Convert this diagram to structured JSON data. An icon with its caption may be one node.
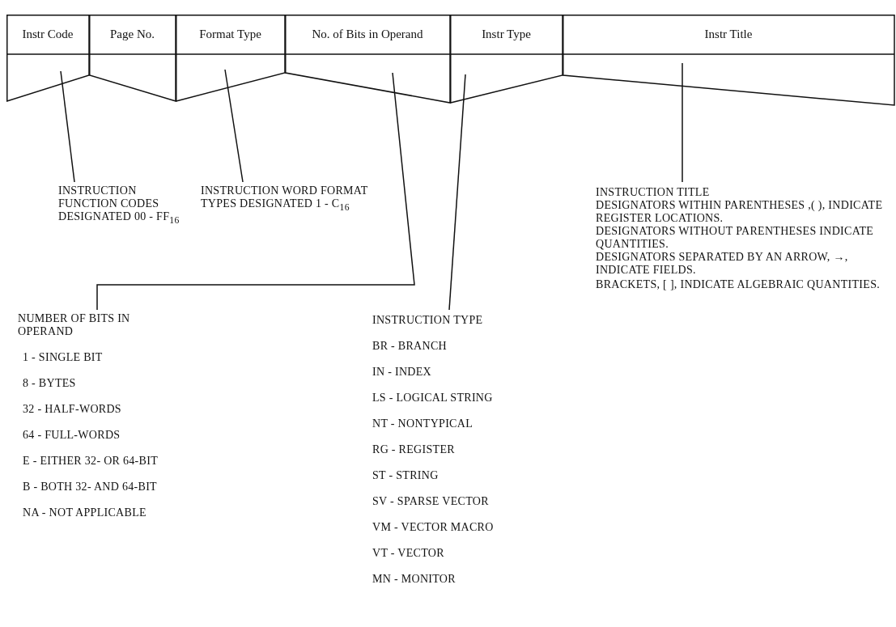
{
  "diagram": {
    "nodes": [
      {
        "text": [
          "Instr Code"
        ]
      },
      {
        "text": [
          "Page No."
        ]
      },
      {
        "text": [
          "Format Type"
        ]
      },
      {
        "text": [
          "No. of Bits in Operand"
        ]
      },
      {
        "text": [
          "Instr Type"
        ]
      },
      {
        "text": [
          "Instr Title"
        ]
      },
      {
        "text": [
          "INSTRUCTION FUNCTION CODES DESIGNATED 00 - FF$_{16}$"
        ]
      },
      {
        "text": [
          "INSTRUCTION WORD FORMAT TYPES DESIGNATED 1 - C$_{16}$"
        ]
      },
      {
        "text": [
          "INSTRUCTION TITLE",
          "DESIGNATORS WITHIN PARENTHESES ,( ), INDICATE REGISTER LOCATIONS.",
          "DESIGNATORS WITHOUT PARENTHESES INDICATE QUANTITIES.",
          "DESIGNATORS SEPARATED BY AN ARROW, →, INDICATE FIELDS.",
          "BRACKETS, [ ], INDICATE ALGEBRAIC QUANTITIES."
        ]
      },
      {
        "text": [
          "NUMBER OF BITS IN OPERAND",
          "1 - SINGLE BIT",
          "8 - BYTES",
          "32 - HALF-WORDS",
          "64 - FULL-WORDS",
          "E - EITHER 32- OR 64-BIT",
          "B - BOTH 32- AND 64-BIT",
          "NA - NOT APPLICABLE"
        ]
      },
      {
        "text": [
          "INSTRUCTION TYPE",
          "BR - BRANCH",
          "IN - INDEX",
          "LS - LOGICAL STRING",
          "NT - NONTYPICAL",
          "RG - REGISTER",
          "ST - STRING",
          "SV - SPARSE VECTOR",
          "VM - VECTOR MACRO",
          "VT - VECTOR",
          "MN - MONITOR"
        ]
      }
    ],
    "edges": [
      {
        "from": 6,
        "to": 0,
        "arrow": "none"
      },
      {
        "from": 7,
        "to": 2,
        "arrow": "none"
      },
      {
        "from": 8,
        "to": 5,
        "arrow": "none"
      },
      {
        "from": 9,
        "to": 3,
        "arrow": "none"
      },
      {
        "from": 10,
        "to": 4,
        "arrow": "none"
      }
    ]
  }
}
